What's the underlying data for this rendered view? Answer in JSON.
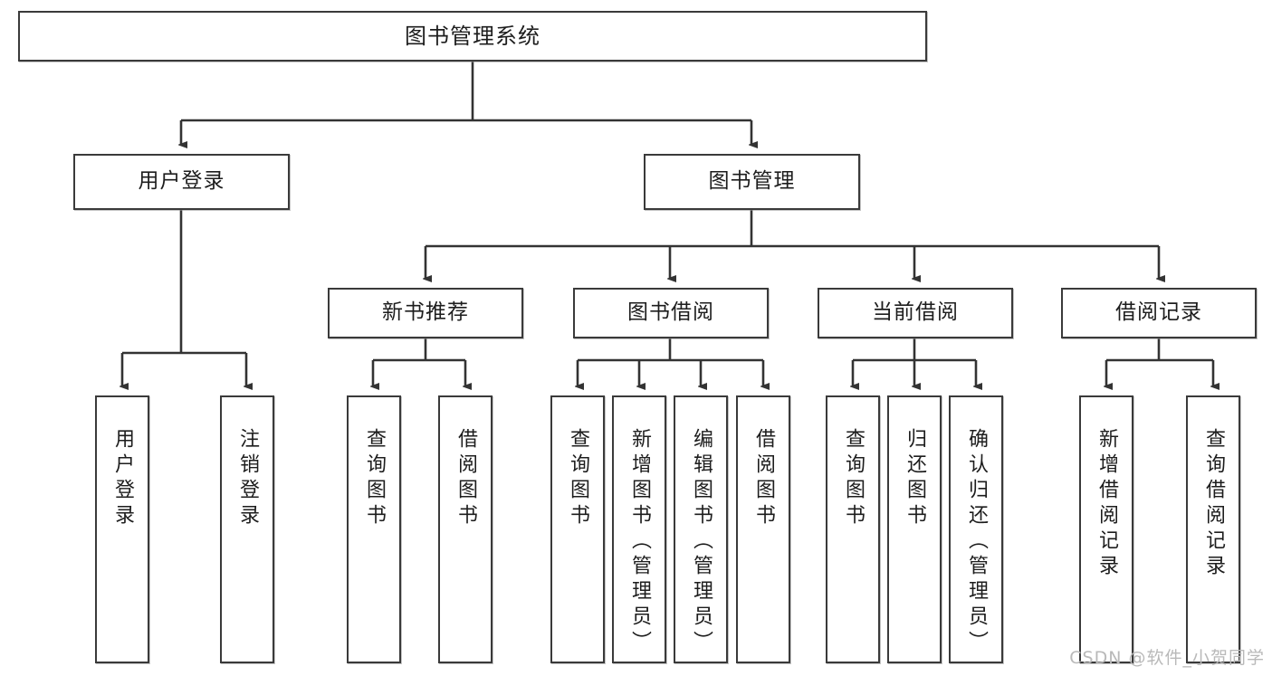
{
  "diagram": {
    "title": "图书管理系统",
    "type": "function-hierarchy-tree",
    "root": {
      "label": "图书管理系统"
    },
    "level2": [
      {
        "label": "用户登录"
      },
      {
        "label": "图书管理"
      }
    ],
    "level3": [
      {
        "label": "新书推荐"
      },
      {
        "label": "图书借阅"
      },
      {
        "label": "当前借阅"
      },
      {
        "label": "借阅记录"
      }
    ],
    "leaves": [
      {
        "label": "用户登录"
      },
      {
        "label": "注销登录"
      },
      {
        "label": "查询图书"
      },
      {
        "label": "借阅图书"
      },
      {
        "label": "查询图书"
      },
      {
        "label": "新增图书（管理员）"
      },
      {
        "label": "编辑图书（管理员）"
      },
      {
        "label": "借阅图书"
      },
      {
        "label": "查询图书"
      },
      {
        "label": "归还图书"
      },
      {
        "label": "确认归还（管理员）"
      },
      {
        "label": "新增借阅记录"
      },
      {
        "label": "查询借阅记录"
      }
    ]
  },
  "watermark": {
    "text": "CSDN @软件_小贺同学"
  },
  "colors": {
    "box_border": "#3a3a3a",
    "box_fill": "#ffffff",
    "text": "#1d1d1d",
    "connector": "#333333",
    "watermark": "#b9b9b9"
  }
}
